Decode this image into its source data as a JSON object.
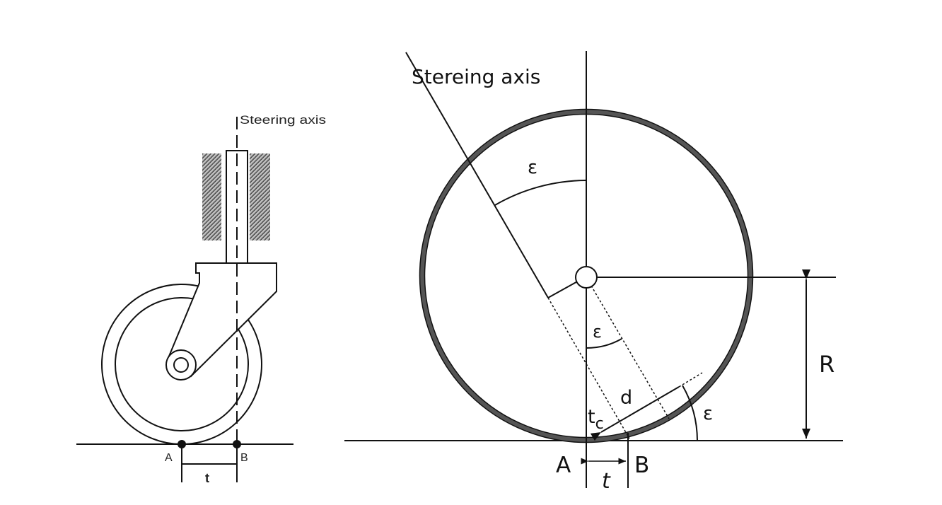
{
  "left_diagram": {
    "steering_axis_label": "Steering axis",
    "point_a": "A",
    "point_b": "B",
    "trail_label": "t"
  },
  "right_diagram": {
    "steering_axis_label": "Stereing axis",
    "angle_top": "ε",
    "angle_middle": "ε",
    "angle_ground": "ε",
    "radius_label": "R",
    "distance_label": "d",
    "caster_trail_label": "t",
    "caster_trail_subscript": "c",
    "point_a": "A",
    "point_b": "B",
    "trail_label": "t"
  }
}
